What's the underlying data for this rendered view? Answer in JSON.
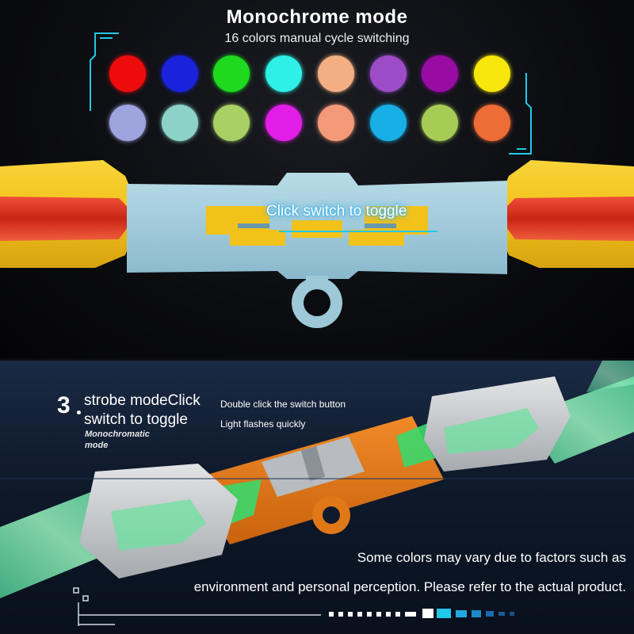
{
  "top": {
    "title": "Monochrome mode",
    "subtitle": "16 colors manual cycle switching",
    "toggle_label": "Click switch to toggle",
    "color_swatches": [
      [
        "#ec0c0c",
        "#1a22dc",
        "#1fd91f",
        "#2ff0e6",
        "#f4ae84",
        "#9d4cc8",
        "#980ca4",
        "#f6e60c"
      ],
      [
        "#9ea4de",
        "#8cd2c8",
        "#a8d064",
        "#e21ee6",
        "#f49a78",
        "#18aee6",
        "#a6cc56",
        "#ee6c36"
      ]
    ]
  },
  "bottom": {
    "step_number": "3",
    "step_title": "strobe modeClick switch to toggle",
    "step_sublabel": "Monochromatic mode",
    "notes": [
      "Double click the switch button",
      "Light flashes quickly"
    ],
    "disclaimer_lines": [
      "Some colors may vary due to factors such as",
      "environment and personal perception. Please refer to the actual product."
    ]
  },
  "colors": {
    "accent_cyan": "#22c8e8",
    "blade_yellow": "#f2c21a",
    "blade_red": "#d8241c",
    "hilt_blue": "#9cc8d8",
    "glow_green": "#7cf0a8",
    "hilt_orange": "#e07818",
    "plate_silver": "#c8ccd0"
  }
}
